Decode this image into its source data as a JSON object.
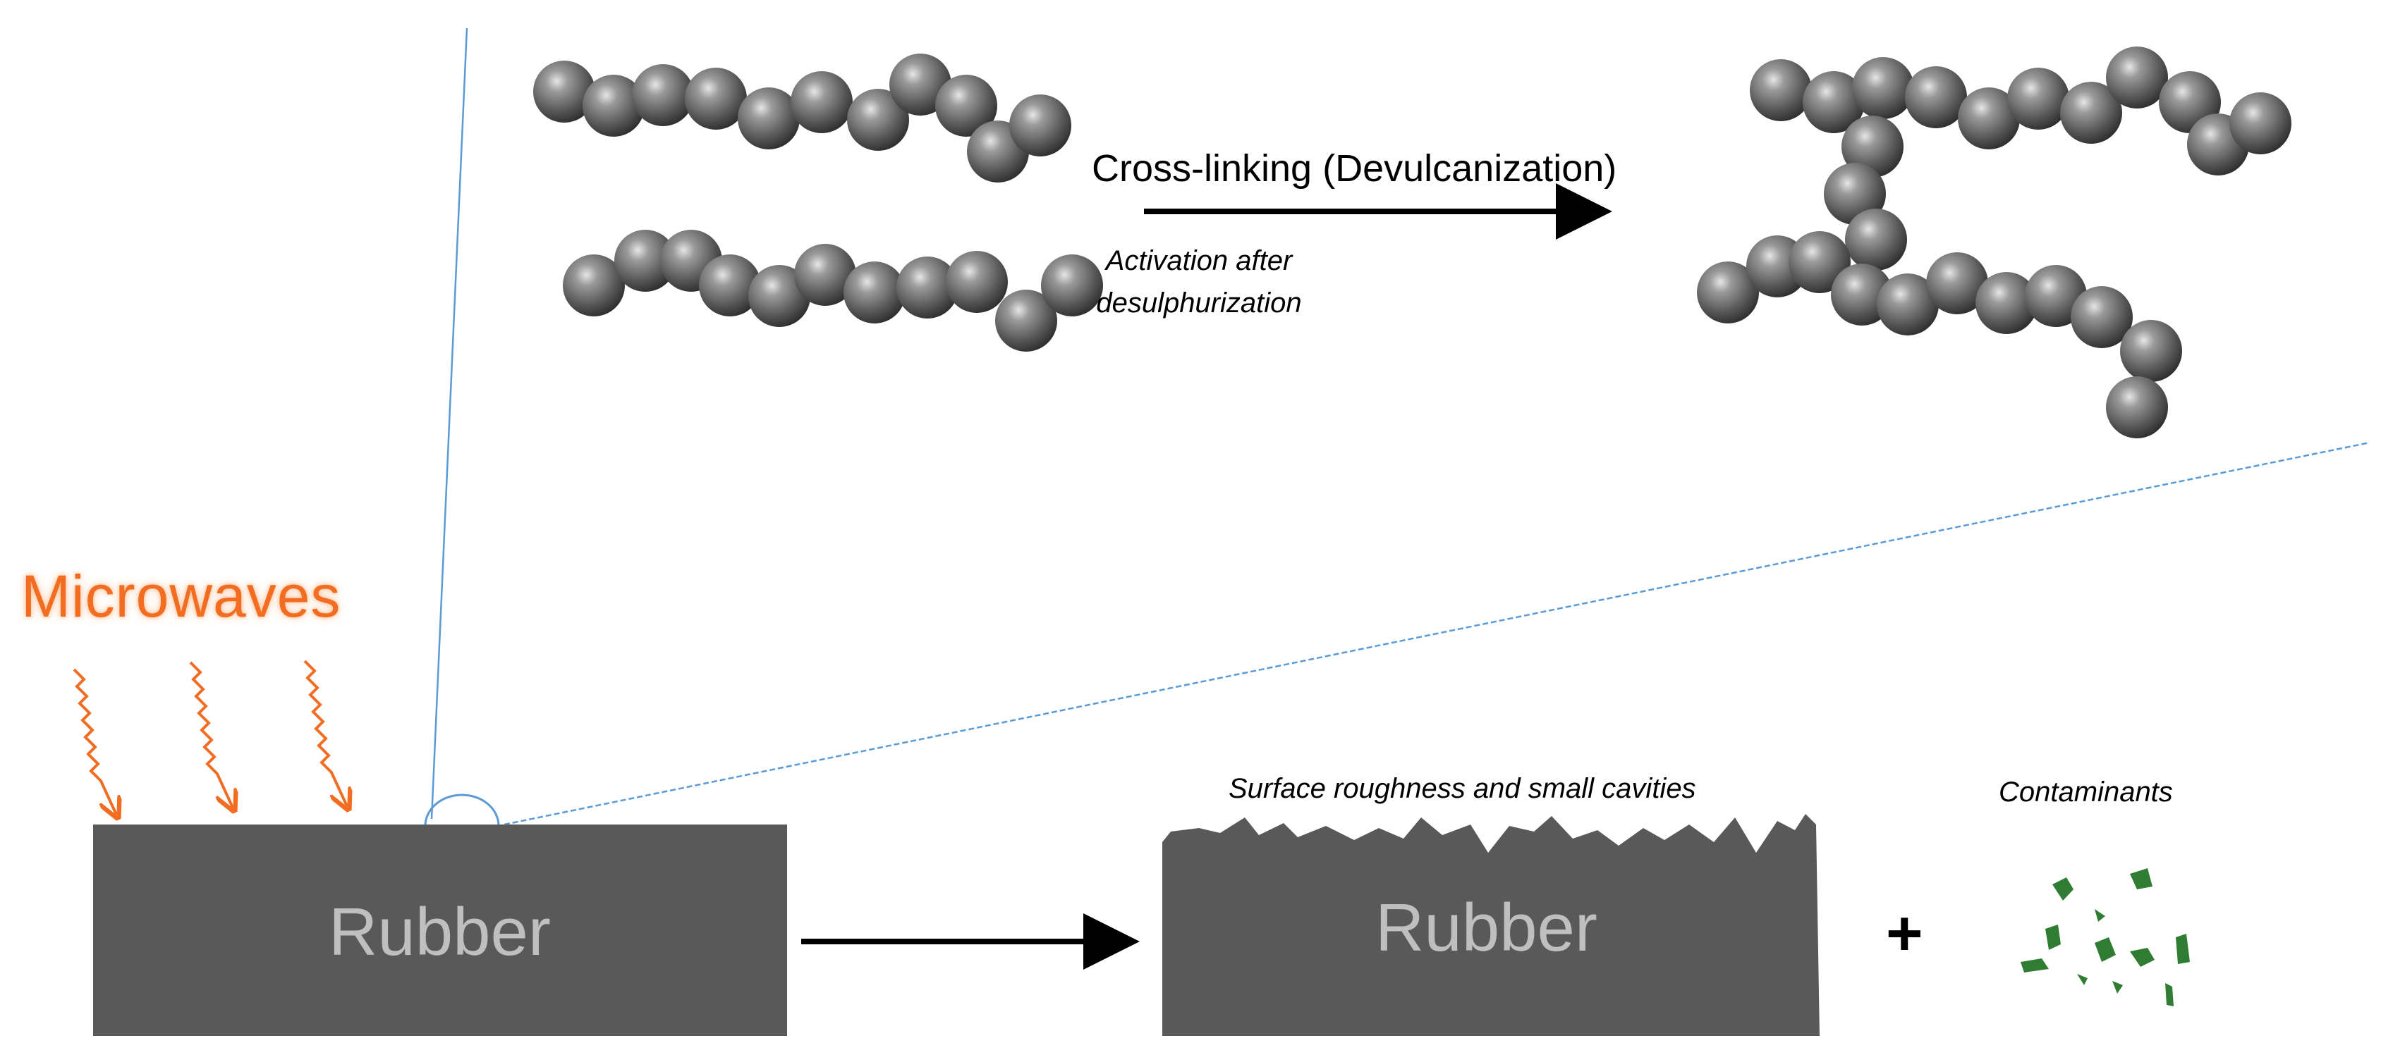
{
  "microwaves_label": "Microwaves",
  "rubber_before_label": "Rubber",
  "rubber_after_label": "Rubber",
  "crosslink_label": "Cross-linking (Devulcanization)",
  "activation_label": "Activation after desulphurization",
  "surface_label": "Surface roughness and small cavities",
  "contaminants_label": "Contaminants",
  "plus_sign": "+",
  "colors": {
    "rubber": "#595959",
    "microwave": "#f26d21",
    "zoom_lines": "#5b9bd5",
    "contaminant": "#2e7d32",
    "bead": "#5a5a5a"
  }
}
